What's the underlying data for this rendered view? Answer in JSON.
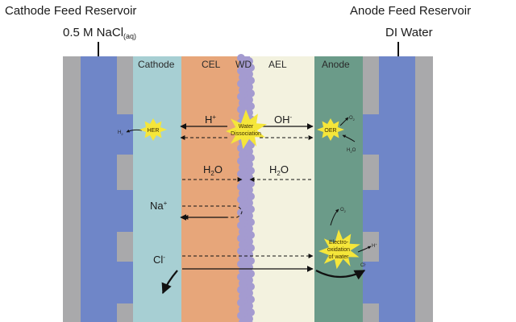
{
  "reservoirs": {
    "cathode": {
      "title": "Cathode Feed Reservoir",
      "concentration": "0.5 M NaCl",
      "subscript": "(aq)"
    },
    "anode": {
      "title": "Anode Feed Reservoir",
      "feed": "DI Water"
    }
  },
  "layers": {
    "cathode": "Cathode",
    "cel": "CEL",
    "wd": "WD",
    "ael": "AEL",
    "anode": "Anode"
  },
  "reactions": {
    "her": "HER",
    "oer": "OER",
    "water_dissociation": [
      "Water",
      "Dissociation"
    ],
    "electro_oxidation": [
      "Electro-",
      "oxidation",
      "of water"
    ]
  },
  "species": {
    "h_plus": {
      "base": "H",
      "sup": "+"
    },
    "oh_minus": {
      "base": "OH",
      "sup": "-"
    },
    "h2o_left": {
      "base": "H",
      "sub": "2",
      "tail": "O"
    },
    "h2o_right": {
      "base": "H",
      "sub": "2",
      "tail": "O"
    },
    "na_plus": {
      "base": "Na",
      "sup": "+"
    },
    "cl_minus": {
      "base": "Cl",
      "sup": "-"
    },
    "h2_out": {
      "base": "H",
      "sub": "2"
    },
    "o2_oer": {
      "base": "O",
      "sub": "2"
    },
    "h2o_oer": {
      "base": "H",
      "sub": "2",
      "tail": "O"
    },
    "o2_ox": {
      "base": "O",
      "sub": "2"
    },
    "h_plus_ox": {
      "base": "H",
      "sup": "+"
    },
    "cl_ox": {
      "base": "Cl",
      "sup": "-"
    }
  },
  "colors": {
    "channel_grey": "#a9a9ab",
    "flow_blue": "#6f86c8",
    "cathode": "#a7cfd3",
    "cel": "#e7a67a",
    "wd": "#a49bd0",
    "ael": "#f3f2df",
    "anode": "#6b9b89",
    "star": "#f5e63a"
  }
}
